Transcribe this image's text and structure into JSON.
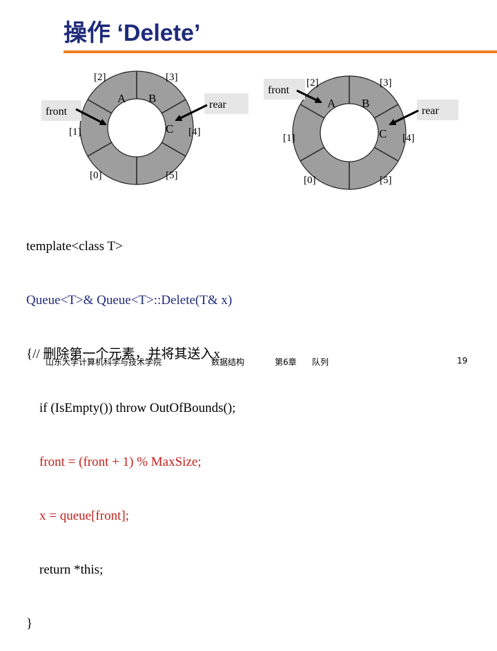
{
  "title": "操作 ‘Delete’",
  "colors": {
    "title": "#1f2a7a",
    "rule": "#f07f1e",
    "ring": "#9e9e9e",
    "label_box": "#e6e6e6",
    "highlight_code": "#c0211c"
  },
  "diagrams": [
    {
      "slots": [
        "[0]",
        "[1]",
        "[2]",
        "[3]",
        "[4]",
        "[5]"
      ],
      "elements": [
        "A",
        "B",
        "C"
      ],
      "front_label": "front",
      "rear_label": "rear"
    },
    {
      "slots": [
        "[0]",
        "[1]",
        "[2]",
        "[3]",
        "[4]",
        "[5]"
      ],
      "elements": [
        "A",
        "B",
        "C"
      ],
      "front_label": "front",
      "rear_label": "rear"
    }
  ],
  "code": {
    "lines": [
      "template<class T>",
      "Queue<T>& Queue<T>::Delete(T& x)",
      "{// 删除第一个元素，并将其送入x",
      "    if (IsEmpty()) throw OutOfBounds();",
      "    front = (front + 1) % MaxSize;",
      "    x = queue[front];",
      "    return *this;",
      "}"
    ]
  },
  "footer": {
    "school": "山东大学计算机科学与技术学院",
    "course": "数据结构",
    "chapter": "第6章",
    "topic": "队列",
    "page": "19"
  }
}
